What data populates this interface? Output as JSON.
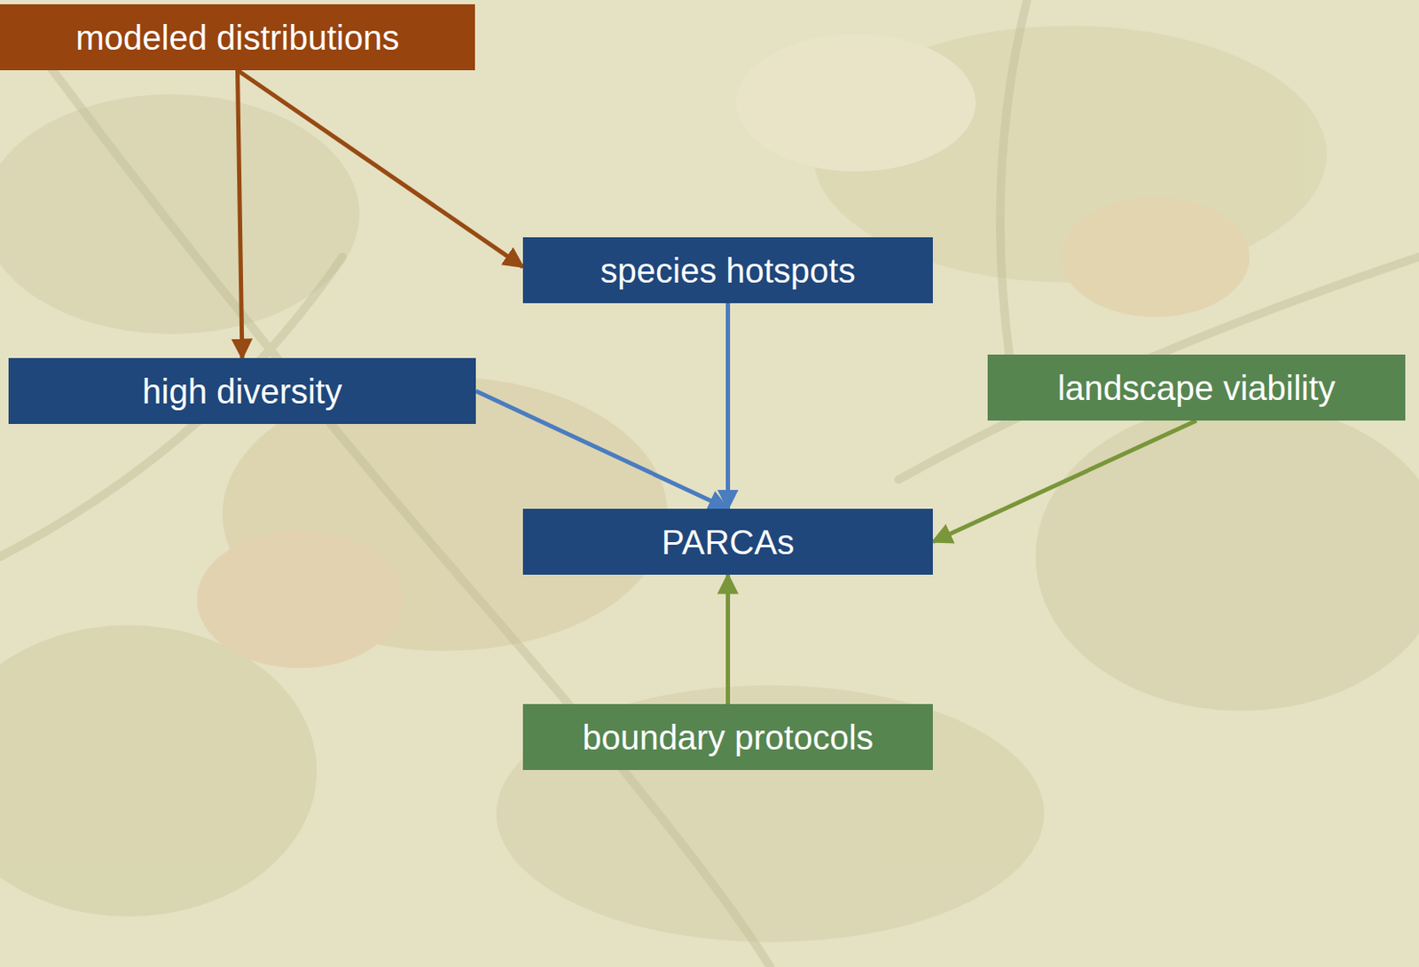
{
  "diagram": {
    "nodes": [
      {
        "text": [
          "modeled distributions"
        ]
      },
      {
        "text": [
          "species hotspots"
        ]
      },
      {
        "text": [
          "high diversity"
        ]
      },
      {
        "text": [
          "landscape viability"
        ]
      },
      {
        "text": [
          "PARCAs"
        ]
      },
      {
        "text": [
          "boundary protocols"
        ]
      }
    ],
    "edges": [
      {
        "from": 0,
        "to": 2,
        "arrow": "to"
      },
      {
        "from": 0,
        "to": 1,
        "arrow": "to"
      },
      {
        "from": 1,
        "to": 4,
        "arrow": "to"
      },
      {
        "from": 2,
        "to": 4,
        "arrow": "to"
      },
      {
        "from": 3,
        "to": 4,
        "arrow": "to"
      },
      {
        "from": 5,
        "to": 4,
        "arrow": "to"
      }
    ]
  }
}
